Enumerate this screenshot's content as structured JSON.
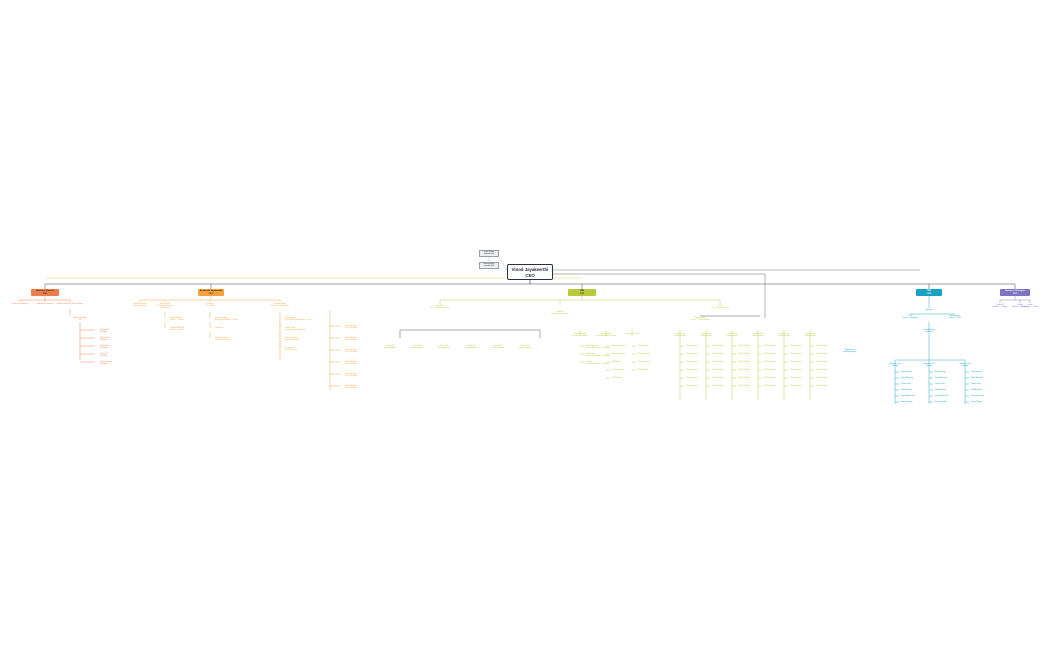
{
  "ceo": {
    "name": "Vinod Jayakeerthi",
    "title": "CEO"
  },
  "notes": [
    {
      "line1": "Sneha Divekar",
      "line2": "Individual Staff"
    },
    {
      "line1": "Bhavana Nikam",
      "line2": "Individual Staff"
    }
  ],
  "departments": [
    {
      "name": "Business Planner",
      "title": "CSO",
      "color": "#ef7d4a",
      "text_color": "#222222"
    },
    {
      "name": "Arunkanth Jayakeerthi",
      "title": "CFO",
      "color": "#f5a23a",
      "text_color": "#222222"
    },
    {
      "name": "TBD",
      "title": "CTO",
      "color": "#b8c93a",
      "text_color": "#222222"
    },
    {
      "name": "TBD",
      "title": "CMO",
      "color": "#17a2c4",
      "text_color": "#ffffff"
    },
    {
      "name": "Business Strategist",
      "title": "CPO",
      "color": "#7d73c2",
      "text_color": "#ffffff"
    }
  ],
  "cso_tree": {
    "direct": [
      "Multi-Chain Strategist",
      "Global Sales Strategist",
      "Global VP Strategy & Sales Research"
    ],
    "sub_title": "Business Manager\nVP",
    "sub": [
      "Strategist VP\nE-Trading",
      "Finance Sales\nE-Trading",
      "Senior Sales\nE-Trading",
      "Channel VP\nE-Trading",
      "Sales Operations\nE-Trading"
    ]
  },
  "cfo_tree": {
    "cols": [
      {
        "head": "Business Relations\nAnnual Planning",
        "items": []
      },
      {
        "head": "Finance Lead\nVP Strategic Planning\nand Analysis",
        "items": [
          "Financial Analyst\nFinance — Trading",
          "Settlement AR & AP\nFinance — Trading"
        ]
      },
      {
        "head": "Controller\nVP - Finance",
        "items": [
          "Customer Support\nAccounts Receivable — Payable",
          "Compliance",
          "Global Controller\nVP Strategic Planning"
        ]
      },
      {
        "head": "Strategic Hedge\nFinance — Cost Analysis",
        "items": [
          "Risk Analyst VP\nFinance Reporting Planning — Cross",
          "Finance Team\nTreasury Corporate Advisory",
          "Finance Manager\nEnterprise Planning",
          "Tax Specialist\nProject Specialist"
        ]
      }
    ]
  },
  "cto_tree": {
    "head": "Vinod BG\nVP — Technology Delivery",
    "cols": [
      {
        "head": "Product Manager\nDirector — Payments",
        "items": [
          "Global Payments\nProduct Management — Systems",
          "Sales Service\nProduct Management — Systems",
          "Vendor E\nCustomer Payments — Systems"
        ]
      },
      {
        "head": "Chief Engineer\nTechnical Architecture Lead",
        "items": [
          "Backend Engineer",
          "Frontend Engineer",
          "QA Engineer",
          "DevOps Engineer",
          "Data Engineer"
        ]
      },
      {
        "head": "Infrastructure Lead",
        "items": [
          "Cloud Systems",
          "Network Security",
          "Platform Support",
          "Site Reliability"
        ]
      }
    ]
  },
  "cmo_tree": {
    "head": "VP\nMarketing",
    "items": [
      "Brand Strategy",
      "Digital Marketing",
      "Content Lead",
      "Field Marketing",
      "Social Media Lead",
      "Events Manager"
    ]
  },
  "cpo_tree": {
    "items": [
      "Product VP\nManager — Strategy",
      "Design\nUX Manager — Product",
      "Platform\nManager — Solutions"
    ]
  }
}
